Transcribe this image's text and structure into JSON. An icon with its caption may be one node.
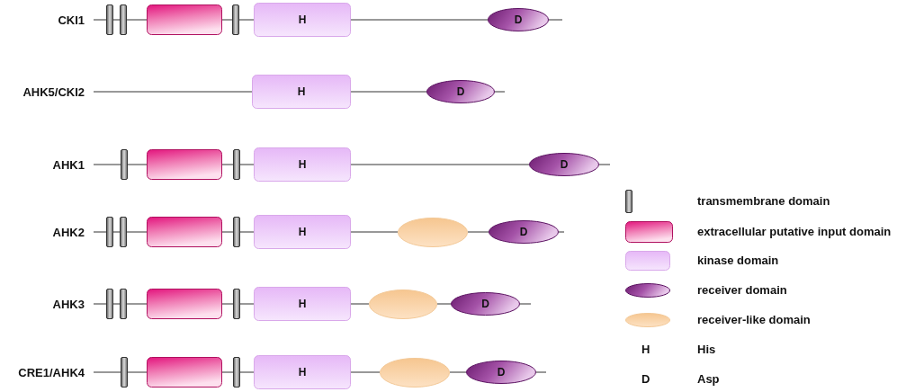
{
  "diagram": {
    "nodes": [
      {
        "text": [
          "CKI1"
        ]
      },
      {
        "text": [],
        "shape": "bar"
      },
      {
        "text": [],
        "shape": "bar"
      },
      {
        "text": [],
        "shape": "box"
      },
      {
        "text": [],
        "shape": "bar"
      },
      {
        "text": [
          "H"
        ]
      },
      {
        "text": [
          "D"
        ]
      },
      {
        "text": [
          "AHK5/CKI2"
        ]
      },
      {
        "text": [
          "H"
        ]
      },
      {
        "text": [
          "D"
        ]
      },
      {
        "text": [
          "AHK1"
        ]
      },
      {
        "text": [],
        "shape": "bar"
      },
      {
        "text": [],
        "shape": "box"
      },
      {
        "text": [],
        "shape": "bar"
      },
      {
        "text": [
          "H"
        ]
      },
      {
        "text": [
          "D"
        ]
      },
      {
        "text": [
          "AHK2"
        ]
      },
      {
        "text": [],
        "shape": "bar"
      },
      {
        "text": [],
        "shape": "bar"
      },
      {
        "text": [],
        "shape": "box"
      },
      {
        "text": [],
        "shape": "bar"
      },
      {
        "text": [
          "H"
        ]
      },
      {
        "text": [],
        "shape": "ellipse"
      },
      {
        "text": [
          "D"
        ]
      },
      {
        "text": [
          "AHK3"
        ]
      },
      {
        "text": [],
        "shape": "bar"
      },
      {
        "text": [],
        "shape": "bar"
      },
      {
        "text": [],
        "shape": "box"
      },
      {
        "text": [],
        "shape": "bar"
      },
      {
        "text": [
          "H"
        ]
      },
      {
        "text": [],
        "shape": "ellipse"
      },
      {
        "text": [
          "D"
        ]
      },
      {
        "text": [
          "CRE1/AHK4"
        ]
      },
      {
        "text": [],
        "shape": "bar"
      },
      {
        "text": [],
        "shape": "box"
      },
      {
        "text": [],
        "shape": "bar"
      },
      {
        "text": [
          "H"
        ]
      },
      {
        "text": [],
        "shape": "ellipse"
      },
      {
        "text": [
          "D"
        ]
      }
    ],
    "edges": [
      {
        "from": 0,
        "to": 1,
        "arrow": "none"
      },
      {
        "from": 1,
        "to": 2,
        "arrow": "none"
      },
      {
        "from": 2,
        "to": 3,
        "arrow": "none"
      },
      {
        "from": 3,
        "to": 4,
        "arrow": "none"
      },
      {
        "from": 4,
        "to": 5,
        "arrow": "none"
      },
      {
        "from": 5,
        "to": 6,
        "arrow": "none"
      },
      {
        "from": 6,
        "to": null,
        "arrow": "none"
      },
      {
        "from": 7,
        "to": 8,
        "arrow": "none"
      },
      {
        "from": 8,
        "to": 9,
        "arrow": "none"
      },
      {
        "from": 9,
        "to": null,
        "arrow": "none"
      },
      {
        "from": 10,
        "to": 11,
        "arrow": "none"
      },
      {
        "from": 11,
        "to": 12,
        "arrow": "none"
      },
      {
        "from": 12,
        "to": 13,
        "arrow": "none"
      },
      {
        "from": 13,
        "to": 14,
        "arrow": "none"
      },
      {
        "from": 14,
        "to": 15,
        "arrow": "none"
      },
      {
        "from": 15,
        "to": null,
        "arrow": "none"
      },
      {
        "from": 16,
        "to": 17,
        "arrow": "none"
      },
      {
        "from": 17,
        "to": 18,
        "arrow": "none"
      },
      {
        "from": 18,
        "to": 19,
        "arrow": "none"
      },
      {
        "from": 19,
        "to": 20,
        "arrow": "none"
      },
      {
        "from": 20,
        "to": 21,
        "arrow": "none"
      },
      {
        "from": 21,
        "to": 22,
        "arrow": "none"
      },
      {
        "from": 22,
        "to": 23,
        "arrow": "none"
      },
      {
        "from": 23,
        "to": null,
        "arrow": "none"
      },
      {
        "from": 24,
        "to": 25,
        "arrow": "none"
      },
      {
        "from": 25,
        "to": 26,
        "arrow": "none"
      },
      {
        "from": 26,
        "to": 27,
        "arrow": "none"
      },
      {
        "from": 27,
        "to": 28,
        "arrow": "none"
      },
      {
        "from": 28,
        "to": 29,
        "arrow": "none"
      },
      {
        "from": 29,
        "to": 30,
        "arrow": "none"
      },
      {
        "from": 30,
        "to": 31,
        "arrow": "none"
      },
      {
        "from": 31,
        "to": null,
        "arrow": "none"
      },
      {
        "from": 32,
        "to": 33,
        "arrow": "none"
      },
      {
        "from": 33,
        "to": 34,
        "arrow": "none"
      },
      {
        "from": 34,
        "to": 35,
        "arrow": "none"
      },
      {
        "from": 35,
        "to": 36,
        "arrow": "none"
      },
      {
        "from": 36,
        "to": 37,
        "arrow": "none"
      },
      {
        "from": 37,
        "to": 38,
        "arrow": "none"
      },
      {
        "from": 38,
        "to": null,
        "arrow": "none"
      }
    ],
    "labels": [
      "H",
      "D"
    ],
    "legend": [
      {
        "text": "transmembrane domain"
      },
      {
        "text": "extracellular putative input domain"
      },
      {
        "text": "kinase domain"
      },
      {
        "text": "receiver domain"
      },
      {
        "text": "receiver-like domain"
      },
      {
        "text": "His"
      },
      {
        "text": "Asp"
      }
    ]
  }
}
